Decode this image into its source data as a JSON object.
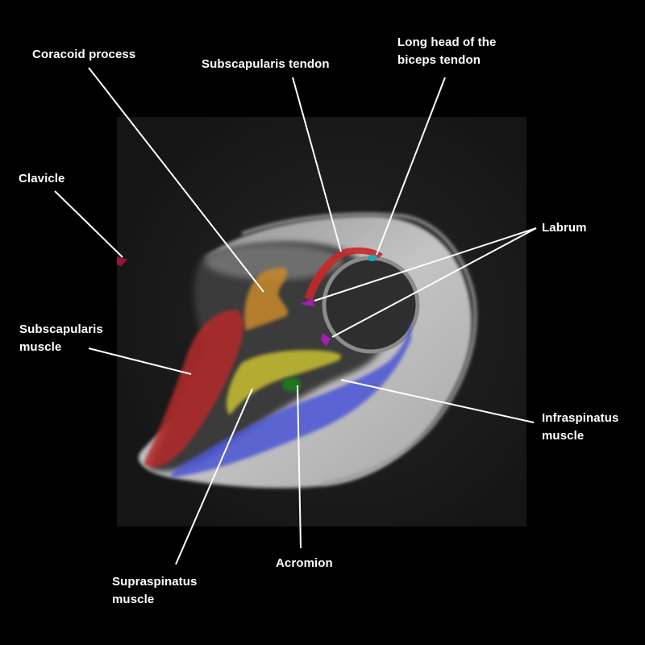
{
  "title": "Axial MRI of the shoulder — labeled anatomy",
  "colors": {
    "background": "#000000",
    "label_text": "#ffffff",
    "leader_line": "#ffffff",
    "coracoid_process": "#c8892a",
    "subscapularis_tendon": "#c62828",
    "biceps_tendon": "#1fa5b5",
    "labrum": "#a01fb0",
    "clavicle": "#b0104e",
    "subscapularis_muscle": "#b52a2a",
    "supraspinatus_muscle": "#c9c032",
    "acromion": "#1a7a1a",
    "infraspinatus_muscle": "#4b55d6"
  },
  "labels": {
    "coracoid_process": "Coracoid process",
    "subscapularis_tendon": "Subscapularis tendon",
    "biceps_tendon": "Long head of the\nbiceps tendon",
    "clavicle": "Clavicle",
    "labrum": "Labrum",
    "subscapularis_muscle": "Subscapularis\nmuscle",
    "infraspinatus_muscle": "Infraspinatus\nmuscle",
    "supraspinatus_muscle": "Supraspinatus\nmuscle",
    "acromion": "Acromion"
  }
}
